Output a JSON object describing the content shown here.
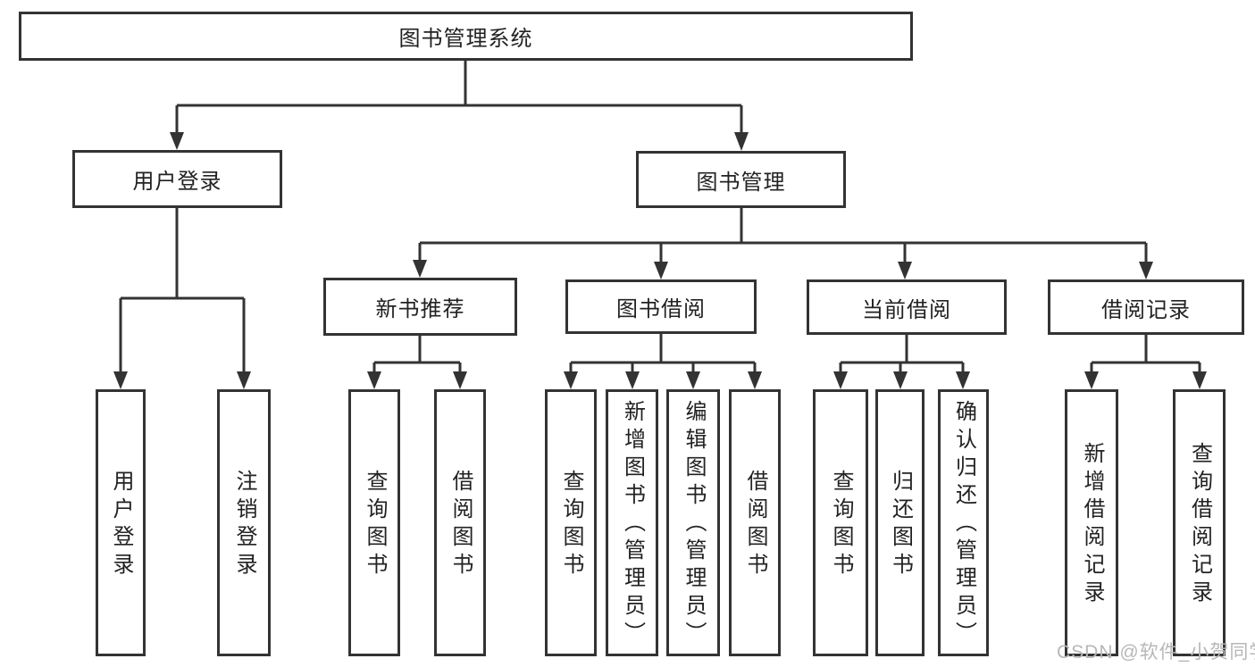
{
  "diagram": {
    "title_node": {
      "label": "图书管理系统"
    },
    "level2": [
      {
        "label": "用户登录"
      },
      {
        "label": "图书管理"
      }
    ],
    "level3": [
      {
        "label": "新书推荐"
      },
      {
        "label": "图书借阅"
      },
      {
        "label": "当前借阅"
      },
      {
        "label": "借阅记录"
      }
    ],
    "leaves": {
      "user_login": [
        {
          "label": "用户登录"
        },
        {
          "label": "注销登录"
        }
      ],
      "new_book": [
        {
          "label": "查询图书"
        },
        {
          "label": "借阅图书"
        }
      ],
      "book_borrow": [
        {
          "label": "查询图书"
        },
        {
          "label": "新增图书（管理员）"
        },
        {
          "label": "编辑图书（管理员）"
        },
        {
          "label": "借阅图书"
        }
      ],
      "current_borrow": [
        {
          "label": "查询图书"
        },
        {
          "label": "归还图书"
        },
        {
          "label": "确认归还（管理员）"
        }
      ],
      "borrow_record": [
        {
          "label": "新增借阅记录"
        },
        {
          "label": "查询借阅记录"
        }
      ]
    },
    "colors": {
      "line": "#333333",
      "box_border": "#333333",
      "text": "#222222",
      "watermark": "#b7b7b7",
      "background": "#ffffff"
    }
  },
  "watermark": {
    "text": "CSDN @软件_小贺同学"
  }
}
